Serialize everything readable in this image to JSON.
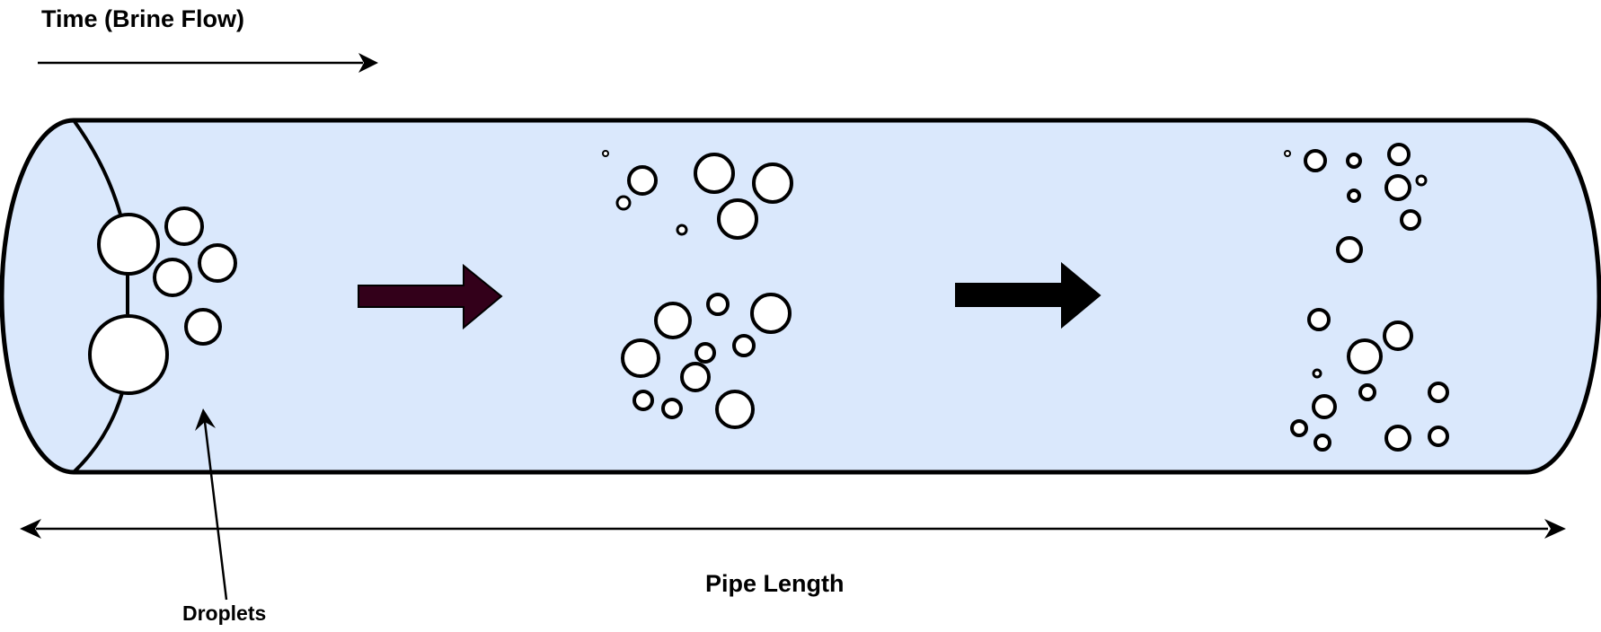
{
  "labels": {
    "time": "Time (Brine Flow)",
    "pipe_length": "Pipe Length",
    "droplets": "Droplets"
  },
  "colors": {
    "pipe_fill": "#dae8fc",
    "stroke": "#000000",
    "droplet_fill": "#ffffff",
    "arrow_dark_red": "#33001a",
    "arrow_black": "#000000"
  }
}
